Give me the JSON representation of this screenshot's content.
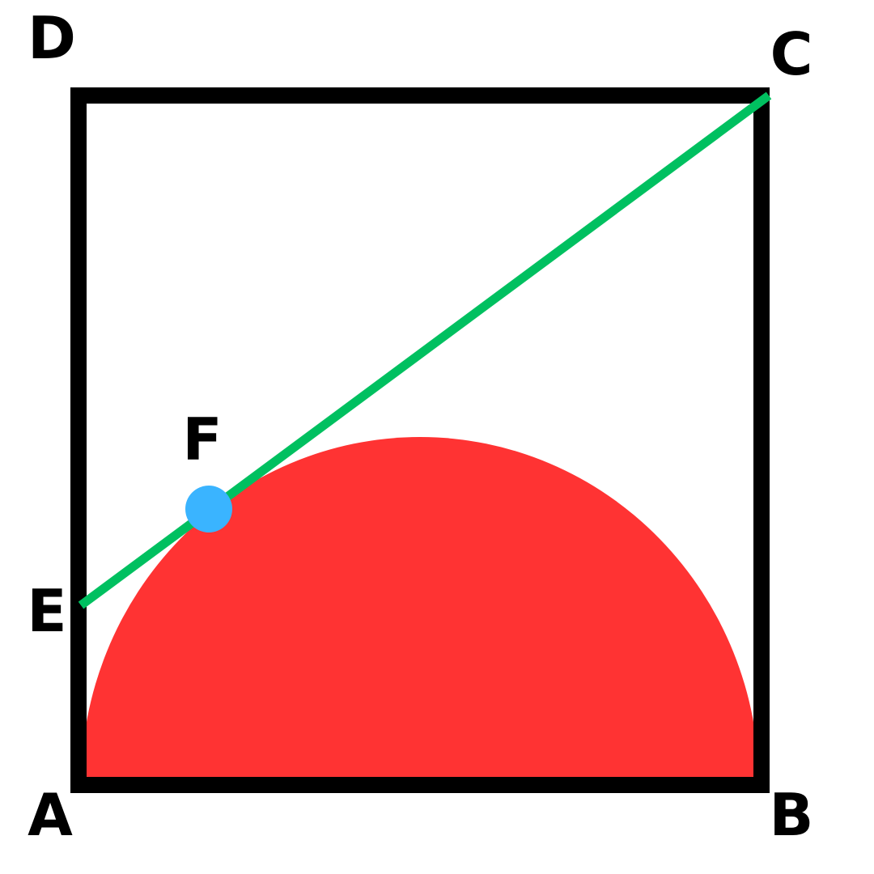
{
  "labels": {
    "A": "A",
    "B": "B",
    "C": "C",
    "D": "D",
    "E": "E",
    "F": "F"
  },
  "colors": {
    "square": "#000000",
    "semicircle": "#ff3333",
    "line": "#00c060",
    "point": "#3ab4ff",
    "label": "#000000"
  }
}
